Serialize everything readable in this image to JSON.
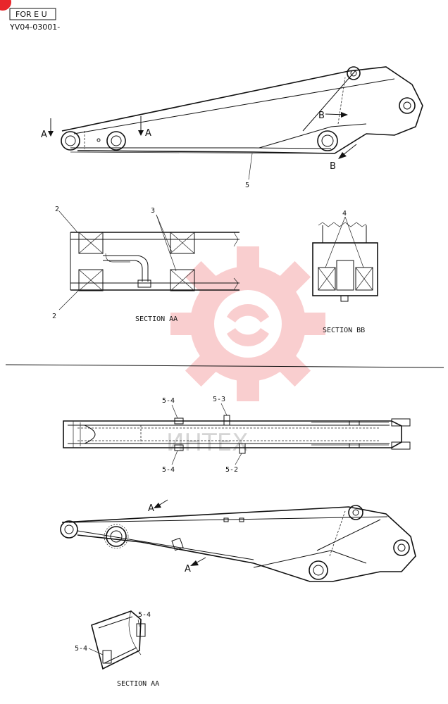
{
  "header": {
    "region_box": "FOR E U",
    "part_number": "YV04-03001-"
  },
  "top_view": {
    "section_a_left": "A",
    "section_a_right": "A",
    "section_b_top": "B",
    "section_b_bottom": "B",
    "item_5": "5"
  },
  "section_aa": {
    "item_2_top": "2",
    "item_2_bottom": "2",
    "item_3": "3",
    "caption": "SECTION AA"
  },
  "section_bb": {
    "item_4": "4",
    "caption": "SECTION BB"
  },
  "plan_view": {
    "item_5_4_top": "5-4",
    "item_5_3": "5-3",
    "item_5_4_bottom": "5-4",
    "item_5_2": "5-2"
  },
  "lower_view": {
    "arrow_a_top": "A",
    "arrow_a_bottom": "A"
  },
  "detail_aa": {
    "item_5_4_right": "5-4",
    "item_5_4_left": "5-4",
    "caption": "SECTION AA"
  },
  "watermark": {
    "text": "ИНТЕХ",
    "color": "#e8262b"
  }
}
